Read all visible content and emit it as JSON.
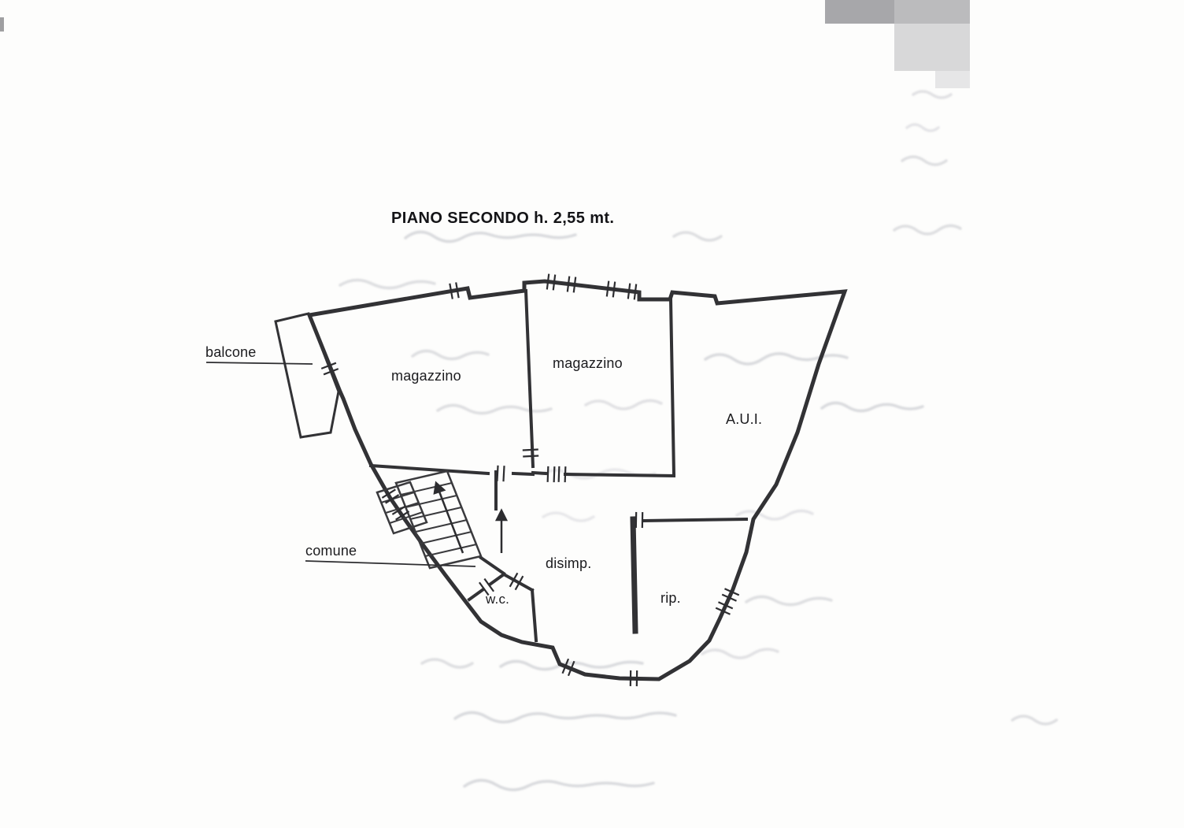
{
  "plan": {
    "title": "PIANO SECONDO h. 2,55 mt."
  },
  "rooms": {
    "balcone": "balcone",
    "magazzino_left": "magazzino",
    "magazzino_center": "magazzino",
    "aui": "A.U.I.",
    "comune": "comune",
    "disimp": "disimp.",
    "wc": "w.c.",
    "rip": "rip."
  },
  "colors": {
    "ink": "#323235",
    "label_text": "#1b1b1e",
    "paper": "#fdfdfc",
    "scan_artifact_gray": "#a5a5a8",
    "bleed_through_gray": "#b6b7bf"
  }
}
